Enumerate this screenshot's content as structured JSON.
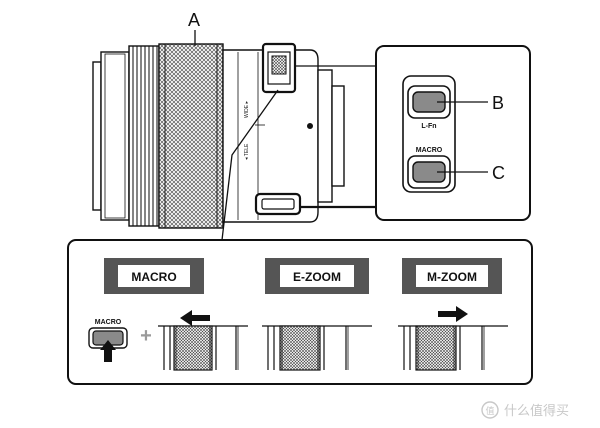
{
  "callouts": {
    "a": "A",
    "b": "B",
    "c": "C"
  },
  "zoom_ring_marks": {
    "wide": "WIDE ▸",
    "tele": "◂ TELE"
  },
  "switch_labels": {
    "lfn": "L-Fn",
    "macro": "MACRO"
  },
  "modes": [
    {
      "label": "MACRO",
      "direction": "left",
      "with_button": true
    },
    {
      "label": "E-ZOOM",
      "direction": "none",
      "with_button": false
    },
    {
      "label": "M-ZOOM",
      "direction": "right",
      "with_button": false
    }
  ],
  "button_combo": {
    "button_label": "MACRO",
    "plus": "+"
  },
  "watermark": {
    "text": "什么值得买",
    "logo": "值"
  },
  "colors": {
    "ink": "#111111",
    "gray_fill": "#8a8a8a",
    "label_box": "#555555",
    "white": "#ffffff",
    "plus": "#9a9a9a"
  }
}
